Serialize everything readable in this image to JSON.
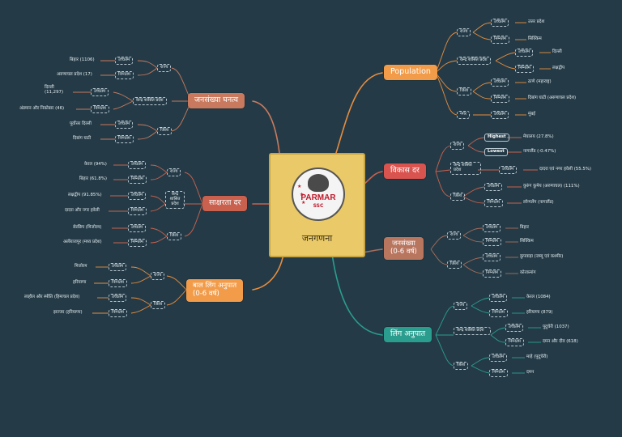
{
  "center": {
    "title": "जनगणना",
    "logo_name": "PARMAR",
    "logo_sub": "SSC",
    "color": "#e9c968"
  },
  "branches": {
    "population": {
      "title": "Population",
      "color": "#f29c4a",
      "rajya": "राज्य",
      "kendra": "केन्द्र शासित प्रदेश",
      "jila": "जिला",
      "nagar": "नगर",
      "u1": "उच्चतम",
      "n1": "निम्नतम",
      "u2": "उच्चतम",
      "n2": "निम्नतम",
      "u3": "उच्चतम",
      "n3": "निम्नतम",
      "u4": "उच्चतम",
      "l1": "उत्तर प्रदेश",
      "l2": "सिक्किम",
      "l3": "दिल्ली",
      "l4": "लक्षद्वीप",
      "l5": "ठाणे (महाराष्ट्र)",
      "l6": "दिबांग घाटी (अरुणाचल प्रदेश)",
      "l7": "मुंबई"
    },
    "vikas": {
      "title": "विकास दर",
      "color": "#d9534f",
      "rajya": "राज्य",
      "kendra": "केन्द्र शासित प्रदेश",
      "jila": "जिला",
      "high": "Highest",
      "low": "Lowest",
      "u1": "उच्चतम",
      "u2": "उच्चतम",
      "n2": "निम्नतम",
      "l1": "मेघालय (27.8%)",
      "l2": "नागालैंड (-0.47%)",
      "l3": "दादरा एवं नगर हवेली (55.5%)",
      "l4": "कुरुंग कुमेय (अरुणाचल) (111%)",
      "l5": "लॉन्गलेंग (नागालैंड)"
    },
    "janasankhya06": {
      "title": "जनसंख्या\n(0-6 वर्ष)",
      "color": "#b9765f",
      "rajya": "राज्य",
      "jila": "जिला",
      "u1": "उच्चतम",
      "n1": "निम्नतम",
      "u2": "उच्चतम",
      "n2": "निम्नतम",
      "l1": "बिहार",
      "l2": "सिक्किम",
      "l3": "कुपवाड़ा (जम्मू एवं कश्मीर)",
      "l4": "कोरकमांग"
    },
    "ling": {
      "title": "लिंग अनुपात",
      "color": "#2a9d8f",
      "rajya": "राज्य",
      "kendra": "केन्द्र शासित प्रदेश",
      "jila": "जिला",
      "u1": "उच्चतम",
      "n1": "निम्नतम",
      "u2": "उच्चतम",
      "n2": "निम्नतम",
      "u3": "उच्चतम",
      "n3": "निम्नतम",
      "l1": "केरल (1084)",
      "l2": "हरियाणा (879)",
      "l3": "पुदुचेरी (1037)",
      "l4": "दमन और दीव (618)",
      "l5": "माहे (पुदुचेरी)",
      "l6": "दमन"
    },
    "ghanatv": {
      "title": "जनसंख्या घनत्व",
      "color": "#c97a5e",
      "rajya": "राज्य",
      "kendra": "केन्द्र शासित प्रदेश",
      "jila": "जिला",
      "u1": "उच्चतम",
      "n1": "निम्नतम",
      "u2": "उच्चतम",
      "n2": "निम्नतम",
      "u3": "उच्चतम",
      "n3": "निम्नतम",
      "l1": "बिहार (1106)",
      "l2": "अरुणाचल प्रदेश (17)",
      "l3": "दिल्ली\n(11,297)",
      "l4": "अंडमान और निकोबार (46)",
      "l5": "पूर्वोत्तर दिल्ली",
      "l6": "दिबांग घाटी"
    },
    "sakshar": {
      "title": "साक्षरता दर",
      "color": "#c9614e",
      "rajya": "राज्य",
      "kendra": "केन्द्र शासित प्रदेश",
      "jila": "जिला",
      "u1": "उच्चतम",
      "n1": "निम्नतम",
      "u2": "उच्चतम",
      "n2": "निम्नतम",
      "u3": "उच्चतम",
      "n3": "निम्नतम",
      "l1": "केरल (94%)",
      "l2": "बिहार (61.8%)",
      "l3": "लक्षद्वीप (91.85%)",
      "l4": "दादरा और नगर हवेली",
      "l5": "सेरछिप (मिजोरम)",
      "l6": "अलीराजपुर (मध्य प्रदेश)"
    },
    "balling": {
      "title": "बाल लिंग अनुपात\n(0-6 वर्ष)",
      "color": "#f29c4a",
      "rajya": "राज्य",
      "jila": "जिला",
      "u1": "उच्चतम",
      "n1": "निम्नतम",
      "u2": "उच्चतम",
      "n2": "निम्नतम",
      "l1": "मिजोरम",
      "l2": "हरियाणा",
      "l3": "लाहौल और स्पीति (हिमाचल प्रदेश)",
      "l4": "झज्जर (हरियाणा)"
    }
  },
  "line_colors": {
    "orange": "#e98d3e",
    "red": "#c9614e",
    "brown": "#a86e5c",
    "teal": "#2a9d8f",
    "light": "#d8e2e8"
  }
}
